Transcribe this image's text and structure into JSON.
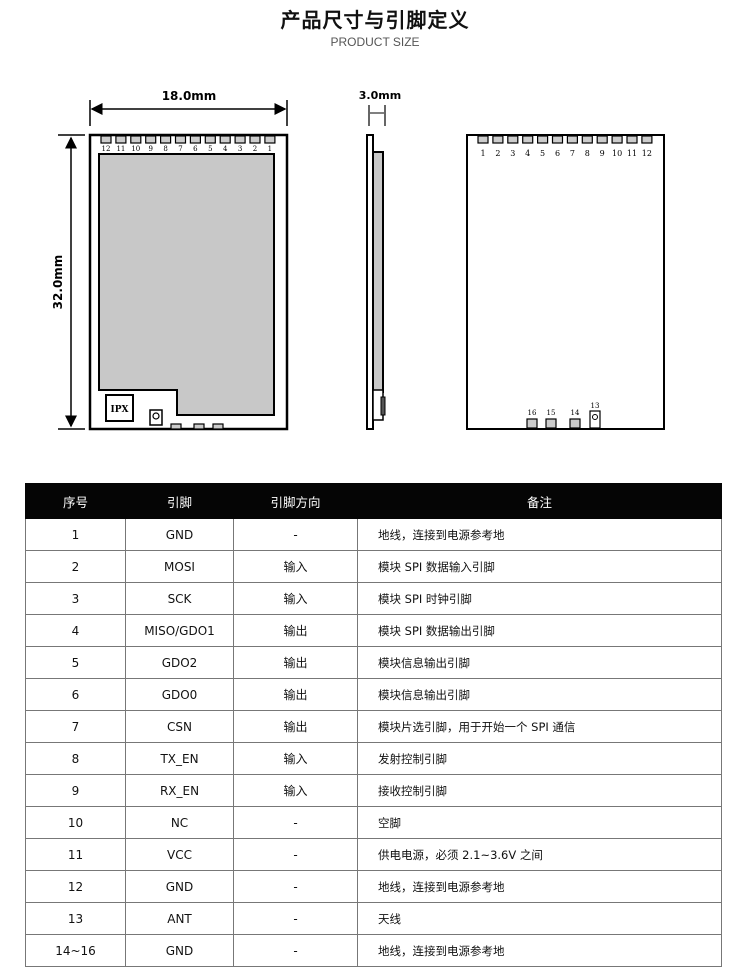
{
  "title": "产品尺寸与引脚定义",
  "subtitle": "PRODUCT SIZE",
  "dimensions": {
    "width": "18.0mm",
    "thickness": "3.0mm",
    "height": "32.0mm"
  },
  "front_view": {
    "top_pins": [
      "12",
      "11",
      "10",
      "9",
      "8",
      "7",
      "6",
      "5",
      "4",
      "3",
      "2",
      "1"
    ],
    "ipx_label": "IPX"
  },
  "back_view": {
    "top_pins": [
      "1",
      "2",
      "3",
      "4",
      "5",
      "6",
      "7",
      "8",
      "9",
      "10",
      "11",
      "12"
    ],
    "bottom_pins": [
      "16",
      "15",
      "14",
      "13"
    ]
  },
  "table": {
    "headers": [
      "序号",
      "引脚",
      "引脚方向",
      "备注"
    ],
    "rows": [
      [
        "1",
        "GND",
        "-",
        "地线，连接到电源参考地"
      ],
      [
        "2",
        "MOSI",
        "输入",
        "模块 SPI 数据输入引脚"
      ],
      [
        "3",
        "SCK",
        "输入",
        "模块 SPI 时钟引脚"
      ],
      [
        "4",
        "MISO/GDO1",
        "输出",
        "模块 SPI 数据输出引脚"
      ],
      [
        "5",
        "GDO2",
        "输出",
        "模块信息输出引脚"
      ],
      [
        "6",
        "GDO0",
        "输出",
        "模块信息输出引脚"
      ],
      [
        "7",
        "CSN",
        "输出",
        "模块片选引脚，用于开始一个 SPI 通信"
      ],
      [
        "8",
        "TX_EN",
        "输入",
        "发射控制引脚"
      ],
      [
        "9",
        "RX_EN",
        "输入",
        "接收控制引脚"
      ],
      [
        "10",
        "NC",
        "-",
        "空脚"
      ],
      [
        "11",
        "VCC",
        "-",
        "供电电源，必须 2.1~3.6V 之间"
      ],
      [
        "12",
        "GND",
        "-",
        "地线，连接到电源参考地"
      ],
      [
        "13",
        "ANT",
        "-",
        "天线"
      ],
      [
        "14~16",
        "GND",
        "-",
        "地线，连接到电源参考地"
      ]
    ]
  }
}
